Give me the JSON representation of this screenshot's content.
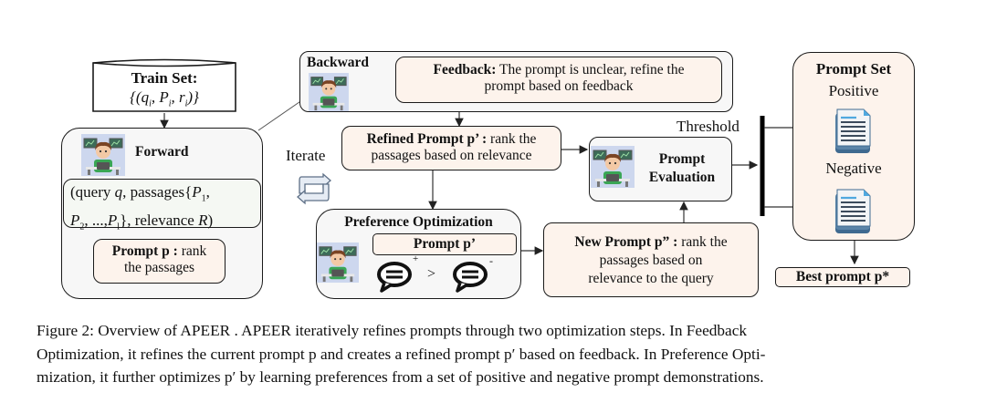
{
  "train_set": {
    "title": "Train Set:",
    "formula": "{(q_i, P_i, r_i)}"
  },
  "forward": {
    "title": "Forward",
    "input_line1": "(query q, passages{P1,",
    "input_line2": "P2, ...,Pl}, relevance R)",
    "prompt_label": "Prompt p :",
    "prompt_text1": " rank",
    "prompt_text2": "the passages"
  },
  "iterate": {
    "label": "Iterate",
    "icon": "cycle-arrows-icon"
  },
  "backward": {
    "title": "Backward",
    "feedback_label": "Feedback:",
    "feedback_text1": " The prompt is unclear, refine the",
    "feedback_text2": "prompt based on feedback"
  },
  "refined_prompt": {
    "label": "Refined Prompt p’ :",
    "text1": " rank the",
    "text2": "passages based on relevance"
  },
  "preference_optimization": {
    "title": "Preference Optimization",
    "prompt_label": "Prompt p’",
    "positive_sign": "+",
    "negative_sign": "-",
    "comparator": ">"
  },
  "new_prompt": {
    "label": "New Prompt p” :",
    "text1": " rank the",
    "text2": "passages based on",
    "text3": "relevance to the query"
  },
  "prompt_evaluation": {
    "line1": "Prompt",
    "line2": "Evaluation"
  },
  "threshold": {
    "label": "Threshold"
  },
  "prompt_set": {
    "title": "Prompt Set",
    "positive": "Positive",
    "negative": "Negative"
  },
  "best_prompt": {
    "label": "Best prompt p*"
  },
  "caption": {
    "line1": "Figure 2:  Overview of APEER . APEER iteratively refines prompts through two optimization steps.  In Feedback",
    "line2": "Optimization, it refines the current prompt p and creates a refined prompt p′ based on feedback. In Preference Opti-",
    "line3": "mization, it further optimizes p′ by learning preferences from a set of positive and negative prompt demonstrations."
  },
  "colors": {
    "peach_fill": "#fdf3ec",
    "gray_fill": "#f7f7f7",
    "mint_fill": "#f5f8f3",
    "doc_blue": "#3f6a90",
    "doc_accent": "#4fa8df",
    "avatar_bg": "#cdd7ee"
  }
}
